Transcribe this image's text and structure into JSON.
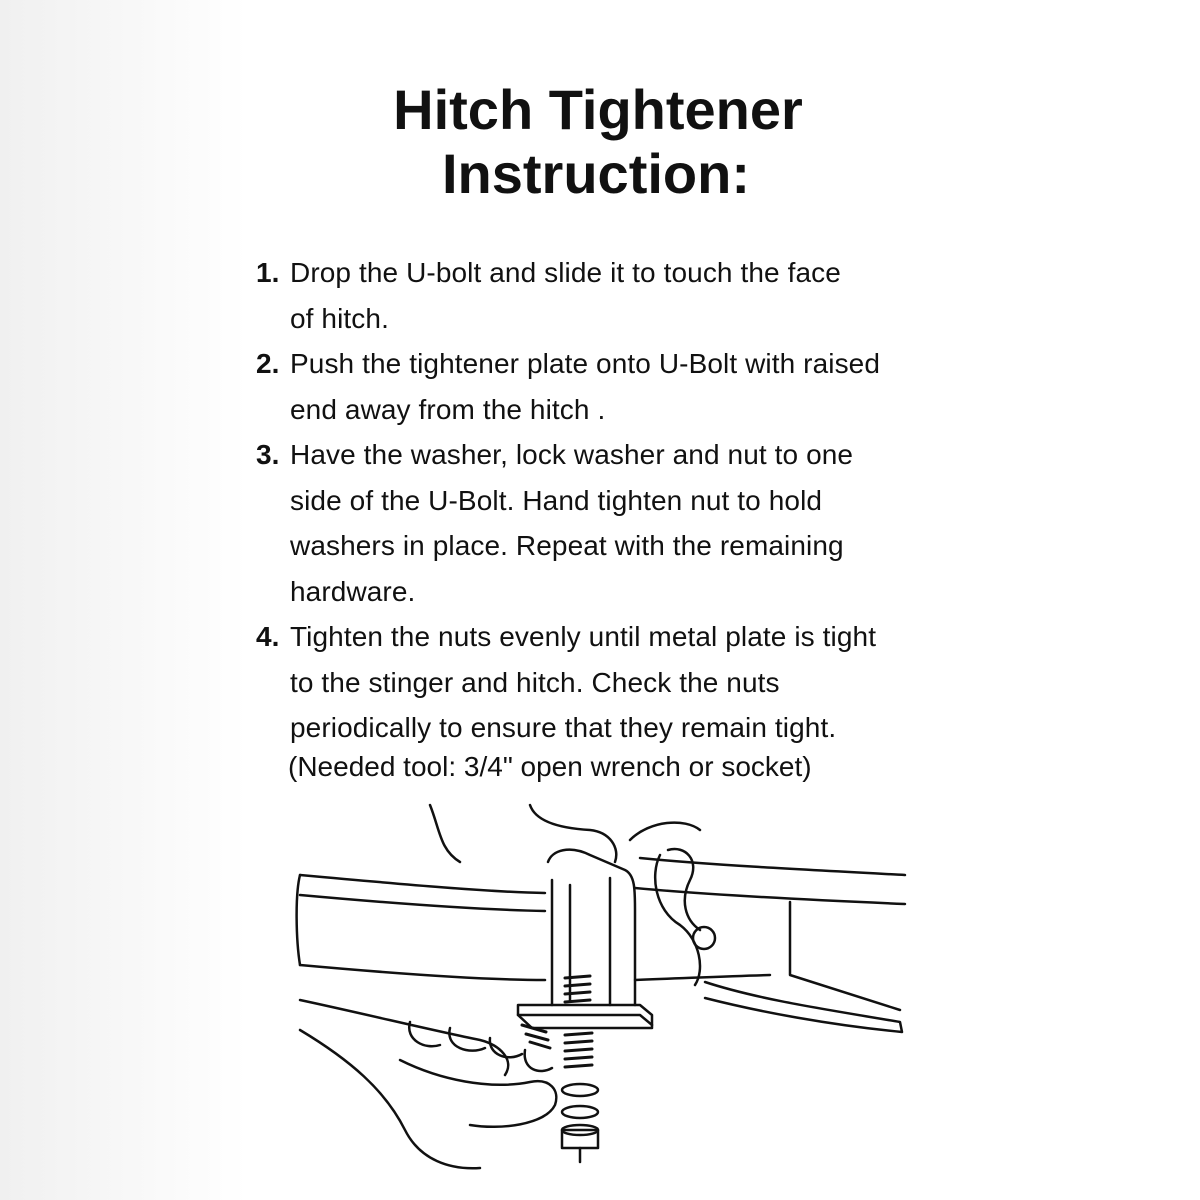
{
  "title": {
    "line1": "Hitch Tightener",
    "line2": "Instruction:"
  },
  "steps": [
    {
      "number": "1.",
      "lines": [
        "Drop the U-bolt and slide it to touch the face",
        "of hitch."
      ]
    },
    {
      "number": "2.",
      "lines": [
        "Push the tightener plate onto U-Bolt with raised",
        "end away from the hitch ."
      ]
    },
    {
      "number": "3.",
      "lines": [
        "Have the washer, lock washer and nut to one",
        "side of the U-Bolt. Hand tighten nut to hold",
        "washers in place. Repeat with the remaining",
        "hardware."
      ]
    },
    {
      "number": "4.",
      "lines": [
        "Tighten the nuts evenly until metal plate is tight",
        "to the stinger and hitch. Check the nuts",
        "periodically to ensure that they remain tight."
      ]
    }
  ],
  "note": "(Needed tool: 3/4\" open wrench or socket)"
}
